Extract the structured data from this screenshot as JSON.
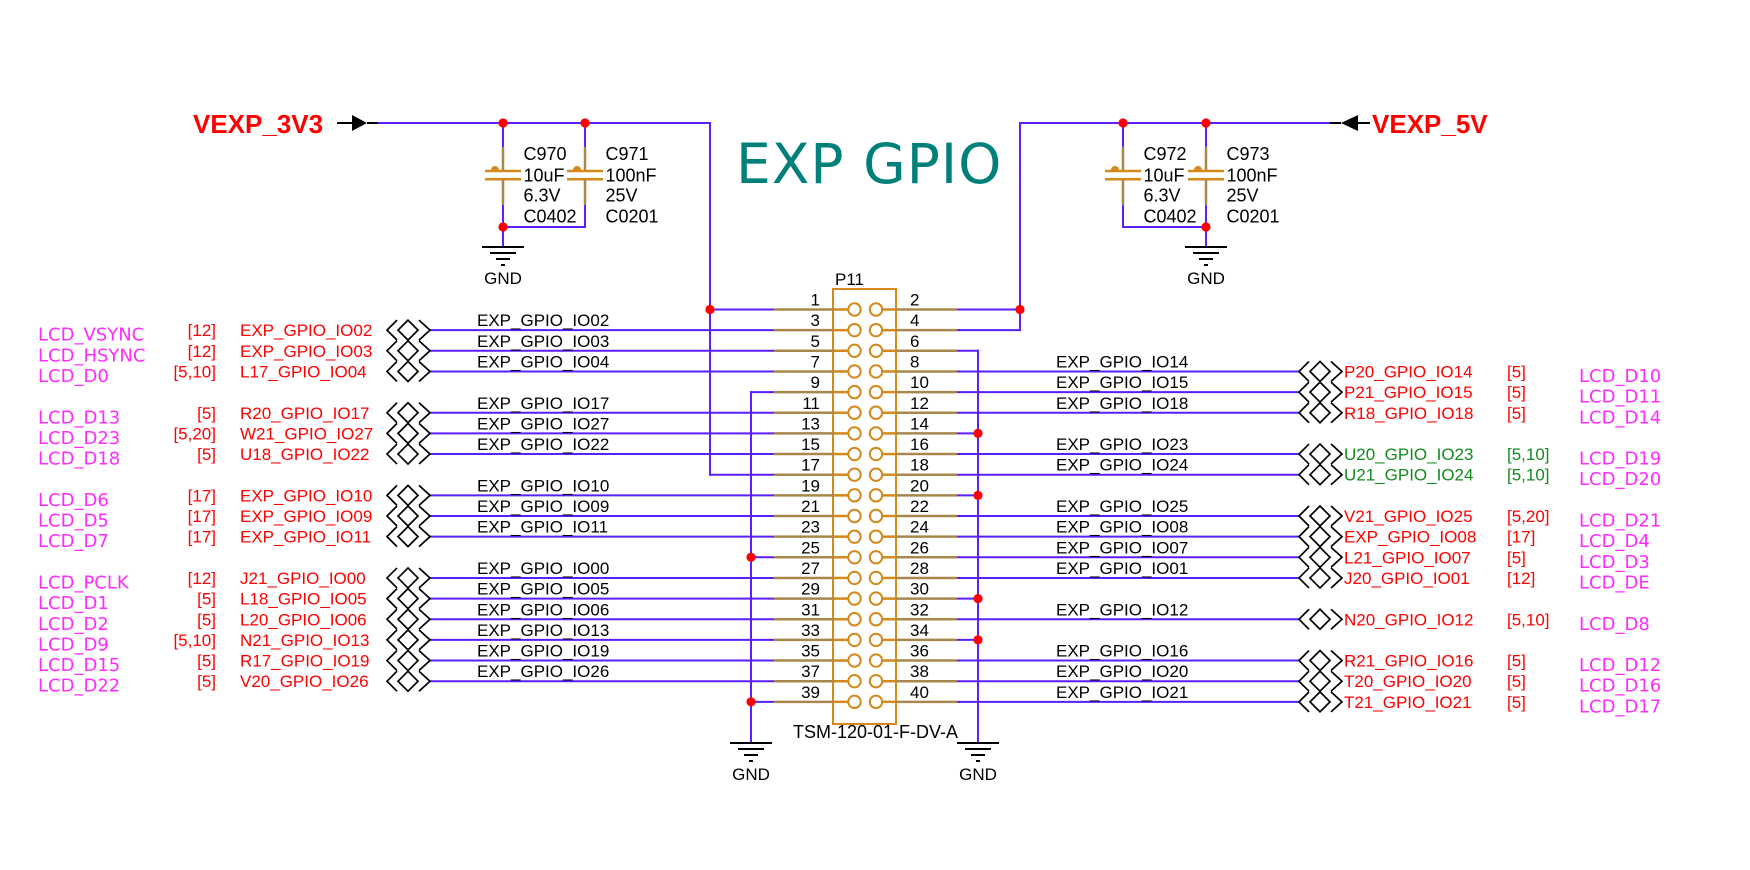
{
  "title": "EXP GPIO",
  "colors": {
    "wire": "#5a1eff",
    "junction": "#ff0000",
    "connector": "#d4891a",
    "pin_lead": "#a8874e",
    "power_label": "#ff0000",
    "port_red": "#ff0000",
    "port_green": "#138a1e",
    "lcd_label": "#ff2bff",
    "title": "#00807a",
    "symbol": "#000000"
  },
  "power": {
    "left": {
      "net": "VEXP_3V3"
    },
    "right": {
      "net": "VEXP_5V"
    }
  },
  "gnd_label": "GND",
  "capacitors": [
    {
      "ref": "C970",
      "value": "10uF",
      "voltage": "6.3V",
      "package": "C0402",
      "rail": "VEXP_3V3"
    },
    {
      "ref": "C971",
      "value": "100nF",
      "voltage": "25V",
      "package": "C0201",
      "rail": "VEXP_3V3"
    },
    {
      "ref": "C972",
      "value": "10uF",
      "voltage": "6.3V",
      "package": "C0402",
      "rail": "VEXP_5V"
    },
    {
      "ref": "C973",
      "value": "100nF",
      "voltage": "25V",
      "package": "C0201",
      "rail": "VEXP_5V"
    }
  ],
  "connector": {
    "ref": "P11",
    "part": "TSM-120-01-F-DV-A",
    "pin_labels": [
      "1",
      "2",
      "3",
      "4",
      "5",
      "6",
      "7",
      "8",
      "9",
      "10",
      "11",
      "12",
      "13",
      "14",
      "15",
      "16",
      "17",
      "18",
      "19",
      "20",
      "21",
      "22",
      "23",
      "24",
      "25",
      "26",
      "27",
      "28",
      "29",
      "30",
      "31",
      "32",
      "33",
      "34",
      "35",
      "36",
      "37",
      "38",
      "39",
      "40"
    ],
    "vexp_3v3_pins": [
      1,
      17
    ],
    "vexp_5v_pins": [
      2,
      4
    ],
    "gnd_pins_left": [
      9,
      25,
      39
    ],
    "gnd_pins_right": [
      6,
      14,
      20,
      30,
      34
    ]
  },
  "left_signals": [
    {
      "pin": 3,
      "net": "EXP_GPIO_IO02",
      "port": "EXP_GPIO_IO02",
      "sheet": "[12]",
      "lcd": "LCD_VSYNC",
      "color": "red"
    },
    {
      "pin": 5,
      "net": "EXP_GPIO_IO03",
      "port": "EXP_GPIO_IO03",
      "sheet": "[12]",
      "lcd": "LCD_HSYNC",
      "color": "red"
    },
    {
      "pin": 7,
      "net": "EXP_GPIO_IO04",
      "port": "L17_GPIO_IO04",
      "sheet": "[5,10]",
      "lcd": "LCD_D0",
      "color": "red"
    },
    {
      "pin": 11,
      "net": "EXP_GPIO_IO17",
      "port": "R20_GPIO_IO17",
      "sheet": "[5]",
      "lcd": "LCD_D13",
      "color": "red"
    },
    {
      "pin": 13,
      "net": "EXP_GPIO_IO27",
      "port": "W21_GPIO_IO27",
      "sheet": "[5,20]",
      "lcd": "LCD_D23",
      "color": "red"
    },
    {
      "pin": 15,
      "net": "EXP_GPIO_IO22",
      "port": "U18_GPIO_IO22",
      "sheet": "[5]",
      "lcd": "LCD_D18",
      "color": "red"
    },
    {
      "pin": 19,
      "net": "EXP_GPIO_IO10",
      "port": "EXP_GPIO_IO10",
      "sheet": "[17]",
      "lcd": "LCD_D6",
      "color": "red"
    },
    {
      "pin": 21,
      "net": "EXP_GPIO_IO09",
      "port": "EXP_GPIO_IO09",
      "sheet": "[17]",
      "lcd": "LCD_D5",
      "color": "red"
    },
    {
      "pin": 23,
      "net": "EXP_GPIO_IO11",
      "port": "EXP_GPIO_IO11",
      "sheet": "[17]",
      "lcd": "LCD_D7",
      "color": "red"
    },
    {
      "pin": 27,
      "net": "EXP_GPIO_IO00",
      "port": "J21_GPIO_IO00",
      "sheet": "[12]",
      "lcd": "LCD_PCLK",
      "color": "red"
    },
    {
      "pin": 29,
      "net": "EXP_GPIO_IO05",
      "port": "L18_GPIO_IO05",
      "sheet": "[5]",
      "lcd": "LCD_D1",
      "color": "red"
    },
    {
      "pin": 31,
      "net": "EXP_GPIO_IO06",
      "port": "L20_GPIO_IO06",
      "sheet": "[5]",
      "lcd": "LCD_D2",
      "color": "red"
    },
    {
      "pin": 33,
      "net": "EXP_GPIO_IO13",
      "port": "N21_GPIO_IO13",
      "sheet": "[5,10]",
      "lcd": "LCD_D9",
      "color": "red"
    },
    {
      "pin": 35,
      "net": "EXP_GPIO_IO19",
      "port": "R17_GPIO_IO19",
      "sheet": "[5]",
      "lcd": "LCD_D15",
      "color": "red"
    },
    {
      "pin": 37,
      "net": "EXP_GPIO_IO26",
      "port": "V20_GPIO_IO26",
      "sheet": "[5]",
      "lcd": "LCD_D22",
      "color": "red"
    }
  ],
  "right_signals": [
    {
      "pin": 8,
      "net": "EXP_GPIO_IO14",
      "port": "P20_GPIO_IO14",
      "sheet": "[5]",
      "lcd": "LCD_D10",
      "color": "red"
    },
    {
      "pin": 10,
      "net": "EXP_GPIO_IO15",
      "port": "P21_GPIO_IO15",
      "sheet": "[5]",
      "lcd": "LCD_D11",
      "color": "red"
    },
    {
      "pin": 12,
      "net": "EXP_GPIO_IO18",
      "port": "R18_GPIO_IO18",
      "sheet": "[5]",
      "lcd": "LCD_D14",
      "color": "red"
    },
    {
      "pin": 16,
      "net": "EXP_GPIO_IO23",
      "port": "U20_GPIO_IO23",
      "sheet": "[5,10]",
      "lcd": "LCD_D19",
      "color": "green"
    },
    {
      "pin": 18,
      "net": "EXP_GPIO_IO24",
      "port": "U21_GPIO_IO24",
      "sheet": "[5,10]",
      "lcd": "LCD_D20",
      "color": "green"
    },
    {
      "pin": 22,
      "net": "EXP_GPIO_IO25",
      "port": "V21_GPIO_IO25",
      "sheet": "[5,20]",
      "lcd": "LCD_D21",
      "color": "red"
    },
    {
      "pin": 24,
      "net": "EXP_GPIO_IO08",
      "port": "EXP_GPIO_IO08",
      "sheet": "[17]",
      "lcd": "LCD_D4",
      "color": "red"
    },
    {
      "pin": 26,
      "net": "EXP_GPIO_IO07",
      "port": "L21_GPIO_IO07",
      "sheet": "[5]",
      "lcd": "LCD_D3",
      "color": "red"
    },
    {
      "pin": 28,
      "net": "EXP_GPIO_IO01",
      "port": "J20_GPIO_IO01",
      "sheet": "[12]",
      "lcd": "LCD_DE",
      "color": "red"
    },
    {
      "pin": 32,
      "net": "EXP_GPIO_IO12",
      "port": "N20_GPIO_IO12",
      "sheet": "[5,10]",
      "lcd": "LCD_D8",
      "color": "red"
    },
    {
      "pin": 36,
      "net": "EXP_GPIO_IO16",
      "port": "R21_GPIO_IO16",
      "sheet": "[5]",
      "lcd": "LCD_D12",
      "color": "red"
    },
    {
      "pin": 38,
      "net": "EXP_GPIO_IO20",
      "port": "T20_GPIO_IO20",
      "sheet": "[5]",
      "lcd": "LCD_D16",
      "color": "red"
    },
    {
      "pin": 40,
      "net": "EXP_GPIO_IO21",
      "port": "T21_GPIO_IO21",
      "sheet": "[5]",
      "lcd": "LCD_D17",
      "color": "red"
    }
  ]
}
